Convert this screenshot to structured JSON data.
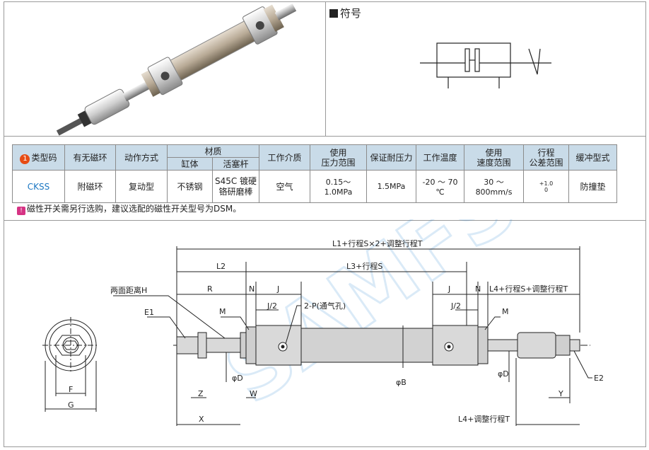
{
  "symbol": {
    "title": "符号"
  },
  "table": {
    "headers": {
      "type_code": "类型码",
      "type_code_num": "1",
      "magnet": "有无磁环",
      "action": "动作方式",
      "material": "材质",
      "material_tube": "缸体",
      "material_rod": "活塞杆",
      "medium": "工作介质",
      "pressure": "使用\n压力范围",
      "proof": "保证耐压力",
      "temp": "工作温度",
      "speed": "使用\n速度范围",
      "stroke_tol": "行程\n公差范围",
      "cushion": "缓冲型式"
    },
    "row": {
      "type_code": "CKSS",
      "magnet": "附磁环",
      "action": "复动型",
      "tube": "不锈钢",
      "rod": "S45C 镀硬\n铬研磨棒",
      "medium": "空气",
      "pressure": "0.15～1.0MPa",
      "proof": "1.5MPa",
      "temp": "-20 ～ 70 ℃",
      "speed": "30 ～ 800mm/s",
      "stroke_tol_upper": "+1.0",
      "stroke_tol_lower": "0",
      "cushion": "防撞垫"
    }
  },
  "note": {
    "text": "磁性开关需另行选购，建议选配的磁性开关型号为DSM。"
  },
  "drawing": {
    "watermark": "SAMFS",
    "labels": {
      "total": "L1+行程S×2+调整行程T",
      "l2": "L2",
      "l3": "L3+行程S",
      "r": "R",
      "n": "N",
      "j": "J",
      "l4_s_t": "L4+行程S+调整行程T",
      "two_face": "两面距离H",
      "e1": "E1",
      "m": "M",
      "j2": "J/2",
      "port": "2-P(通气孔)",
      "od": "φD",
      "ob": "φB",
      "z": "Z",
      "w": "W",
      "x": "X",
      "f": "F",
      "g": "G",
      "y": "Y",
      "e2": "E2",
      "l4_t": "L4+调整行程T"
    }
  }
}
